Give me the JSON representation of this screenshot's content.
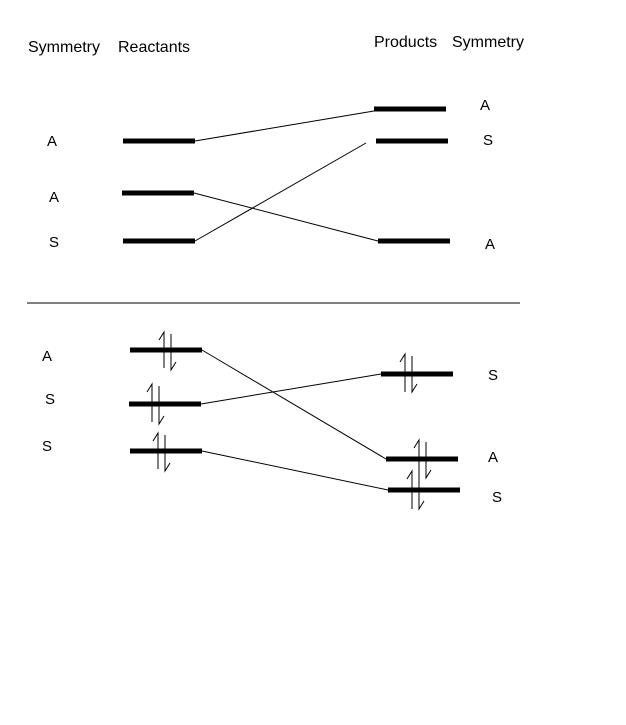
{
  "headers": {
    "symmetry_left": "Symmetry",
    "reactants": "Reactants",
    "products": "Products",
    "symmetry_right": "Symmetry"
  },
  "top_panel": {
    "reactant_symmetries": [
      "A",
      "A",
      "S"
    ],
    "product_symmetries": [
      "A",
      "S",
      "A"
    ]
  },
  "bottom_panel": {
    "reactant_symmetries": [
      "A",
      "S",
      "S"
    ],
    "product_symmetries": [
      "S",
      "A",
      "S"
    ]
  }
}
